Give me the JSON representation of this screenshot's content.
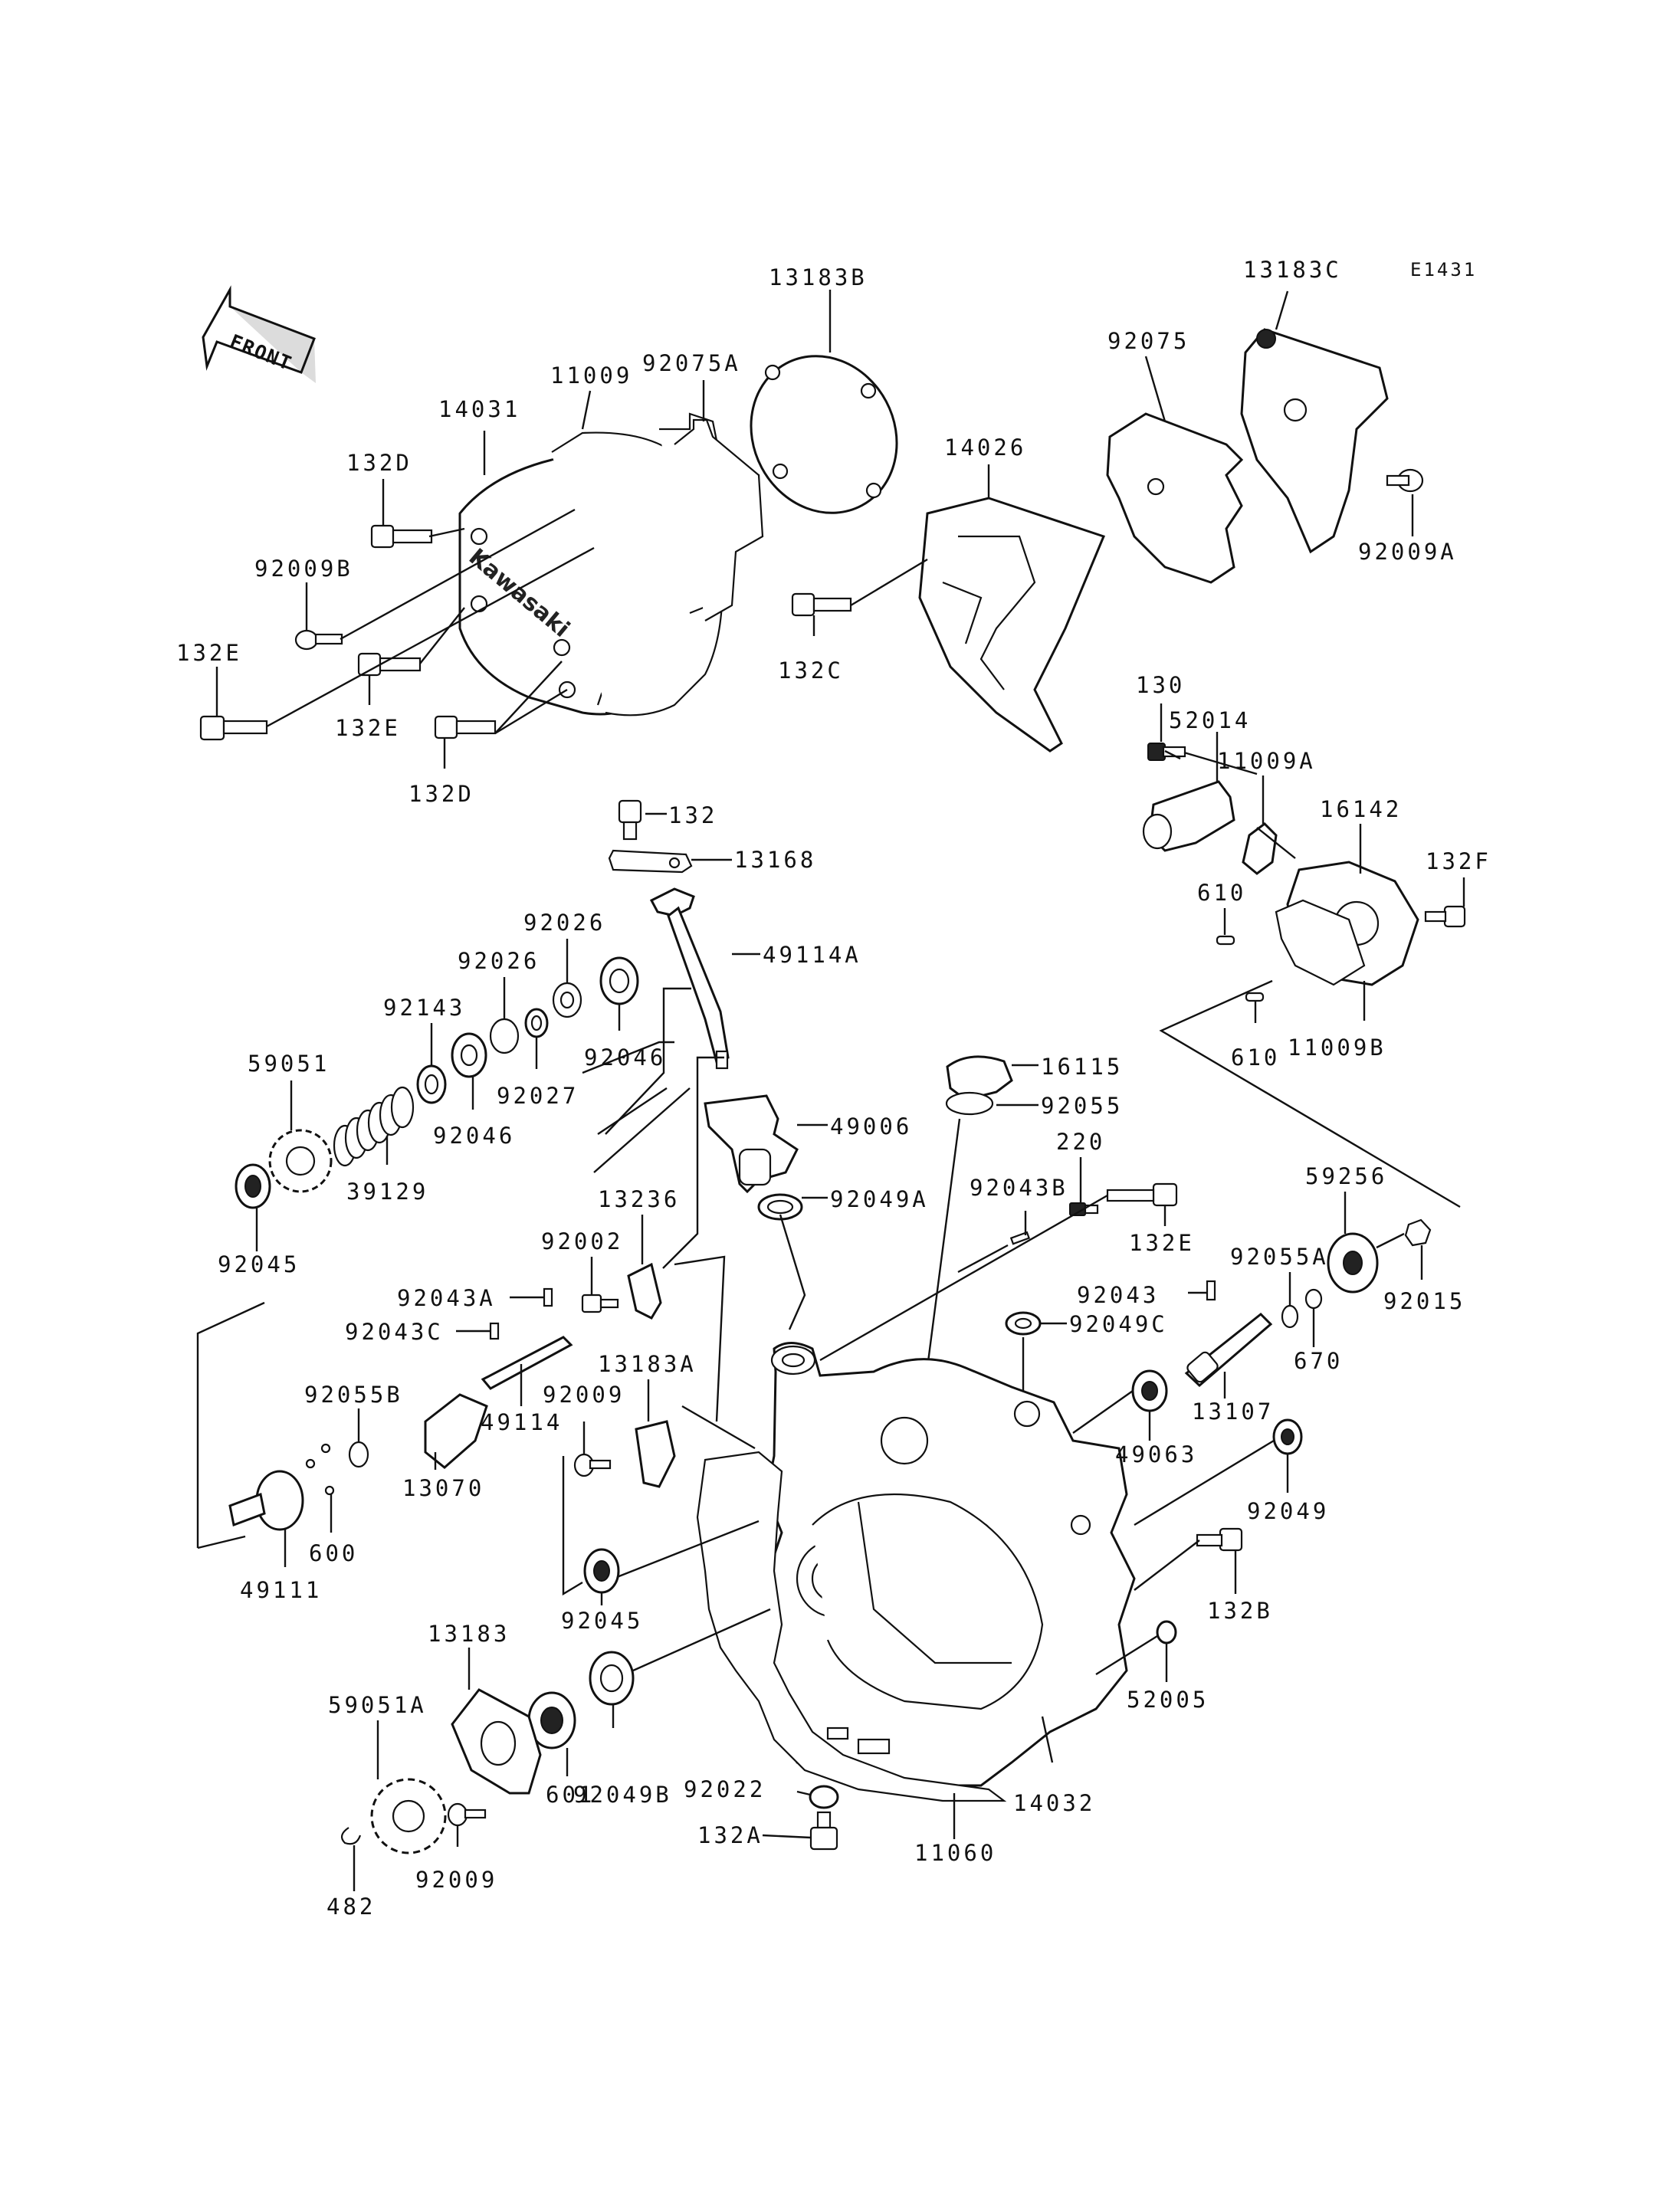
{
  "diagram": {
    "code": "E1431",
    "front_label": "FRONT",
    "brand_mark": "Kawasaki",
    "parts": [
      {
        "id": "p13183B",
        "label": "13183B"
      },
      {
        "id": "p13183C",
        "label": "13183C"
      },
      {
        "id": "p11009",
        "label": "11009"
      },
      {
        "id": "p92075A",
        "label": "92075A"
      },
      {
        "id": "p92075",
        "label": "92075"
      },
      {
        "id": "p14031",
        "label": "14031"
      },
      {
        "id": "p14026",
        "label": "14026"
      },
      {
        "id": "p132D_a",
        "label": "132D"
      },
      {
        "id": "p92009A",
        "label": "92009A"
      },
      {
        "id": "p92009B",
        "label": "92009B"
      },
      {
        "id": "p132E_a",
        "label": "132E"
      },
      {
        "id": "p132C",
        "label": "132C"
      },
      {
        "id": "p132E_b",
        "label": "132E"
      },
      {
        "id": "p130",
        "label": "130"
      },
      {
        "id": "p52014",
        "label": "52014"
      },
      {
        "id": "p11009A",
        "label": "11009A"
      },
      {
        "id": "p132D_b",
        "label": "132D"
      },
      {
        "id": "p16142",
        "label": "16142"
      },
      {
        "id": "p132",
        "label": "132"
      },
      {
        "id": "p132F",
        "label": "132F"
      },
      {
        "id": "p13168",
        "label": "13168"
      },
      {
        "id": "p610_a",
        "label": "610"
      },
      {
        "id": "p92026_a",
        "label": "92026"
      },
      {
        "id": "p49114A",
        "label": "49114A"
      },
      {
        "id": "p92026_b",
        "label": "92026"
      },
      {
        "id": "p610_b",
        "label": "610"
      },
      {
        "id": "p11009B",
        "label": "11009B"
      },
      {
        "id": "p92143",
        "label": "92143"
      },
      {
        "id": "p92027",
        "label": "92027"
      },
      {
        "id": "p92046_a",
        "label": "92046"
      },
      {
        "id": "p59051",
        "label": "59051"
      },
      {
        "id": "p16115",
        "label": "16115"
      },
      {
        "id": "p92055",
        "label": "92055"
      },
      {
        "id": "p49006",
        "label": "49006"
      },
      {
        "id": "p92046_b",
        "label": "92046"
      },
      {
        "id": "p220",
        "label": "220"
      },
      {
        "id": "p39129",
        "label": "39129"
      },
      {
        "id": "p59256",
        "label": "59256"
      },
      {
        "id": "p13236",
        "label": "13236"
      },
      {
        "id": "p92043B",
        "label": "92043B"
      },
      {
        "id": "p92049A",
        "label": "92049A"
      },
      {
        "id": "p92002",
        "label": "92002"
      },
      {
        "id": "p132E_c",
        "label": "132E"
      },
      {
        "id": "p92055A",
        "label": "92055A"
      },
      {
        "id": "p92045_a",
        "label": "92045"
      },
      {
        "id": "p92043A",
        "label": "92043A"
      },
      {
        "id": "p92043",
        "label": "92043"
      },
      {
        "id": "p92015",
        "label": "92015"
      },
      {
        "id": "p92043C",
        "label": "92043C"
      },
      {
        "id": "p92049C",
        "label": "92049C"
      },
      {
        "id": "p670",
        "label": "670"
      },
      {
        "id": "p13183A",
        "label": "13183A"
      },
      {
        "id": "p92055B",
        "label": "92055B"
      },
      {
        "id": "p92009_a",
        "label": "92009"
      },
      {
        "id": "p13107",
        "label": "13107"
      },
      {
        "id": "p49114",
        "label": "49114"
      },
      {
        "id": "p49063",
        "label": "49063"
      },
      {
        "id": "p13070",
        "label": "13070"
      },
      {
        "id": "p92049",
        "label": "92049"
      },
      {
        "id": "p600",
        "label": "600"
      },
      {
        "id": "p49111",
        "label": "49111"
      },
      {
        "id": "p92045_b",
        "label": "92045"
      },
      {
        "id": "p132B",
        "label": "132B"
      },
      {
        "id": "p13183",
        "label": "13183"
      },
      {
        "id": "p52005",
        "label": "52005"
      },
      {
        "id": "p59051A",
        "label": "59051A"
      },
      {
        "id": "p601",
        "label": "601"
      },
      {
        "id": "p92049B",
        "label": "92049B"
      },
      {
        "id": "p14032",
        "label": "14032"
      },
      {
        "id": "p92022",
        "label": "92022"
      },
      {
        "id": "p132A",
        "label": "132A"
      },
      {
        "id": "p11060",
        "label": "11060"
      },
      {
        "id": "p482",
        "label": "482"
      },
      {
        "id": "p92009_b",
        "label": "92009"
      }
    ]
  }
}
